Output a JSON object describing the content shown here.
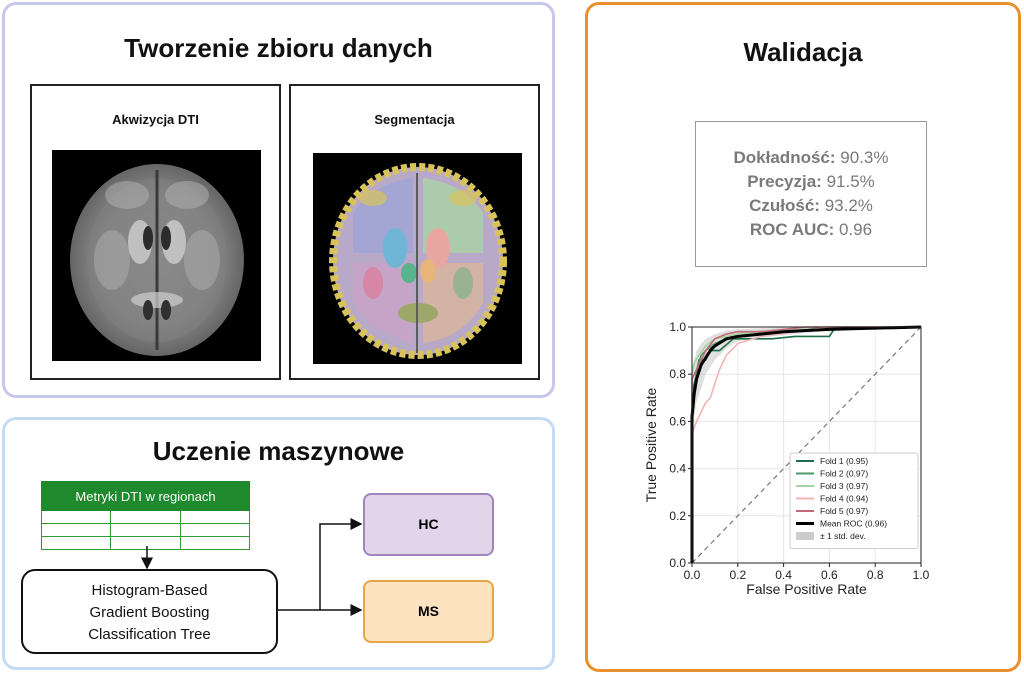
{
  "dataset": {
    "title": "Tworzenie zbioru danych",
    "acquisition_label": "Akwizycja DTI",
    "segmentation_label": "Segmentacja"
  },
  "ml": {
    "title": "Uczenie maszynowe",
    "table_header": "Metryki DTI w regionach",
    "model_line1": "Histogram-Based",
    "model_line2": "Gradient Boosting",
    "model_line3": "Classification Tree",
    "class_hc": "HC",
    "class_ms": "MS"
  },
  "validation": {
    "title": "Walidacja",
    "metrics": [
      {
        "label": "Dokładność:",
        "value": "90.3%"
      },
      {
        "label": "Precyzja:",
        "value": "91.5%"
      },
      {
        "label": "Czułość:",
        "value": "93.2%"
      },
      {
        "label": "ROC AUC:",
        "value": "0.96"
      }
    ]
  },
  "colors": {
    "dataset_border": "#c9c6ee",
    "ml_border": "#c4dcf3",
    "validation_border": "#e8912e",
    "table_green": "#1e8a2d",
    "hc_fill": "#e2d5ea",
    "ms_fill": "#fde3c0"
  },
  "chart_data": {
    "type": "line",
    "xlabel": "False Positive Rate",
    "ylabel": "True Positive Rate",
    "xlim": [
      0,
      1
    ],
    "ylim": [
      0,
      1
    ],
    "xticks": [
      "0.0",
      "0.2",
      "0.4",
      "0.6",
      "0.8",
      "1.0"
    ],
    "yticks": [
      "0.0",
      "0.2",
      "0.4",
      "0.6",
      "0.8",
      "1.0"
    ],
    "grid": true,
    "legend_position": "lower-right",
    "series": [
      {
        "name": "Fold 1 (0.95)",
        "color": "#1b6e4a",
        "x": [
          0,
          0,
          0.02,
          0.03,
          0.06,
          0.08,
          0.12,
          0.18,
          0.25,
          0.35,
          0.45,
          0.6,
          0.62,
          0.8,
          1.0
        ],
        "y": [
          0,
          0.72,
          0.8,
          0.86,
          0.86,
          0.9,
          0.9,
          0.95,
          0.95,
          0.95,
          0.96,
          0.96,
          0.99,
          1.0,
          1.0
        ]
      },
      {
        "name": "Fold 2 (0.97)",
        "color": "#4a9a6b",
        "x": [
          0,
          0,
          0.02,
          0.04,
          0.06,
          0.1,
          0.15,
          0.2,
          0.3,
          0.4,
          0.6,
          1.0
        ],
        "y": [
          0,
          0.65,
          0.82,
          0.88,
          0.9,
          0.93,
          0.95,
          0.97,
          0.98,
          0.98,
          1.0,
          1.0
        ]
      },
      {
        "name": "Fold 3 (0.97)",
        "color": "#a6d3a2",
        "x": [
          0,
          0,
          0.01,
          0.03,
          0.06,
          0.1,
          0.2,
          0.3,
          0.5,
          1.0
        ],
        "y": [
          0,
          0.8,
          0.85,
          0.88,
          0.92,
          0.95,
          0.97,
          0.98,
          0.99,
          1.0
        ]
      },
      {
        "name": "Fold 4 (0.94)",
        "color": "#f0b5b2",
        "x": [
          0,
          0,
          0.02,
          0.04,
          0.06,
          0.08,
          0.1,
          0.12,
          0.15,
          0.2,
          0.3,
          0.45,
          0.6,
          1.0
        ],
        "y": [
          0,
          0.55,
          0.6,
          0.64,
          0.68,
          0.7,
          0.76,
          0.82,
          0.88,
          0.93,
          0.96,
          0.98,
          1.0,
          1.0
        ]
      },
      {
        "name": "Fold 5 (0.97)",
        "color": "#c46a75",
        "x": [
          0,
          0,
          0.02,
          0.04,
          0.06,
          0.1,
          0.15,
          0.2,
          0.3,
          0.4,
          0.5,
          1.0
        ],
        "y": [
          0,
          0.78,
          0.82,
          0.86,
          0.9,
          0.95,
          0.97,
          0.98,
          0.98,
          0.99,
          1.0,
          1.0
        ]
      },
      {
        "name": "Mean ROC (0.96)",
        "color": "#000000",
        "x": [
          0,
          0.0,
          0.01,
          0.02,
          0.04,
          0.06,
          0.08,
          0.1,
          0.15,
          0.2,
          0.3,
          0.4,
          0.5,
          0.6,
          0.8,
          1.0
        ],
        "y": [
          0,
          0.62,
          0.72,
          0.78,
          0.84,
          0.87,
          0.9,
          0.92,
          0.95,
          0.96,
          0.97,
          0.98,
          0.985,
          0.99,
          0.995,
          1.0
        ]
      }
    ],
    "band": {
      "name": "± 1 std. dev.",
      "color": "#cccccc",
      "x": [
        0,
        0.02,
        0.04,
        0.06,
        0.1,
        0.15,
        0.2,
        0.3,
        0.45,
        0.6,
        1.0
      ],
      "lower": [
        0.55,
        0.68,
        0.74,
        0.8,
        0.86,
        0.91,
        0.94,
        0.955,
        0.97,
        0.985,
        1.0
      ],
      "upper": [
        0.82,
        0.9,
        0.93,
        0.95,
        0.97,
        0.985,
        0.99,
        0.995,
        1.0,
        1.0,
        1.0
      ]
    }
  }
}
